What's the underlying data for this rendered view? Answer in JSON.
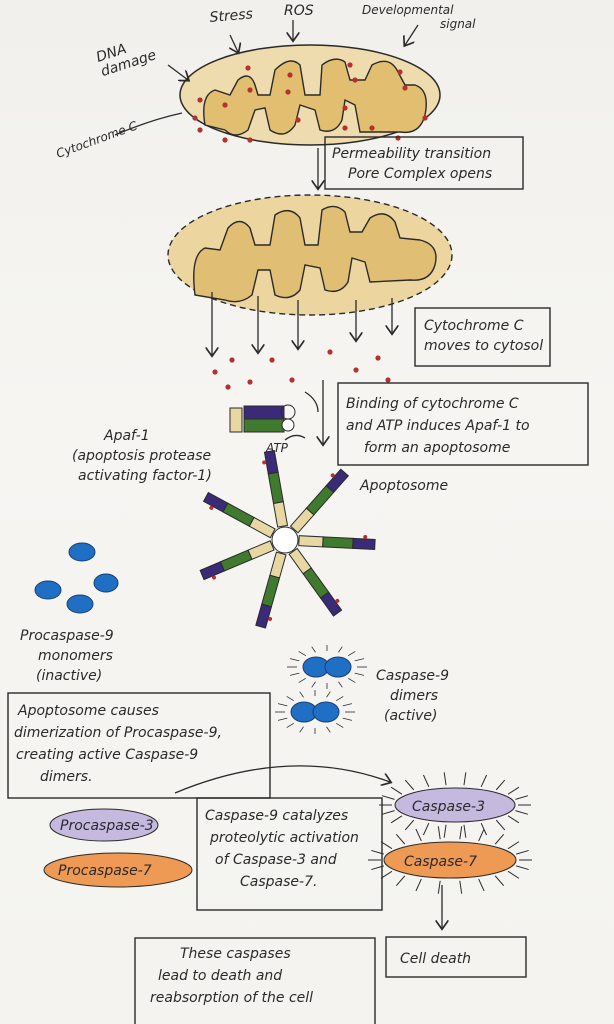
{
  "inputs": {
    "dna_damage": [
      "DNA",
      "damage"
    ],
    "stress": "Stress",
    "ros": "ROS",
    "developmental_signal": [
      "Developmental",
      "signal"
    ]
  },
  "cytochrome_c_label": "Cytochrome C",
  "steps": {
    "pore": [
      "Permeability transition",
      "Pore Complex opens"
    ],
    "cyto_moves": [
      "Cytochrome C",
      "moves to cytosol"
    ],
    "binding": [
      "Binding of cytochrome C",
      "and ATP induces Apaf-1 to",
      "form an apoptosome"
    ],
    "dimerization": [
      "Apoptosome causes",
      "dimerization of Procaspase-9,",
      "creating active Caspase-9",
      "dimers."
    ],
    "catalyzes": [
      "Caspase-9 catalyzes",
      "proteolytic activation",
      "of Caspase-3 and",
      "Caspase-7."
    ],
    "lead_to_death": [
      "These caspases",
      "lead to death and",
      "reabsorption of the cell"
    ],
    "cell_death": "Cell death"
  },
  "apaf1_label": [
    "Apaf-1",
    "(apoptosis protease",
    "activating factor-1)"
  ],
  "atp_label": "ATP",
  "apoptosome_label": "Apoptosome",
  "procaspase9_label": [
    "Procaspase-9",
    "monomers",
    "(inactive)"
  ],
  "caspase9_label": [
    "Caspase-9",
    "dimers",
    "(active)"
  ],
  "procaspase3": "Procaspase-3",
  "procaspase7": "Procaspase-7",
  "caspase3": "Caspase-3",
  "caspase7": "Caspase-7",
  "colors": {
    "mitochondria": "#e6c683",
    "cytochrome_dot": "#b3322e",
    "apaf_green": "#3f7a2e",
    "apaf_purple": "#3b2a78",
    "apaf_cream": "#e7d7a3",
    "caspase9_blue": "#1f6fc4",
    "caspase3_purple": "#c6b9e0",
    "caspase7_orange": "#ee9a55"
  }
}
